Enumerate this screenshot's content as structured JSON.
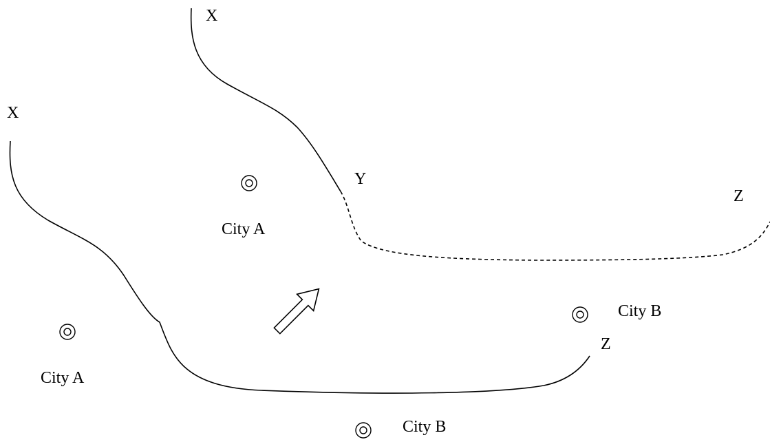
{
  "boundaries": {
    "lower": {
      "start_label": "X",
      "end_label": "Z"
    },
    "upper": {
      "start_label": "X",
      "mid_label": "Y",
      "end_label": "Z"
    }
  },
  "cities": {
    "lower_a": "City A",
    "lower_b": "City B",
    "upper_a": "City A",
    "upper_b": "City B"
  },
  "legend": {
    "arrow": "movement-arrow",
    "city_marker": "double-circle-icon"
  }
}
